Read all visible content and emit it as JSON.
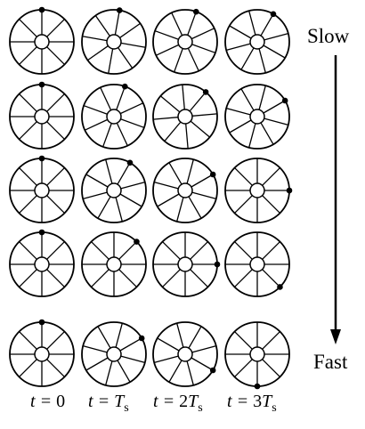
{
  "speed_labels": {
    "top": "Slow",
    "bottom": "Fast"
  },
  "time_labels": [
    {
      "var": "t",
      "eq": " = ",
      "coef": "0",
      "sym": "",
      "sub": ""
    },
    {
      "var": "t",
      "eq": " = ",
      "coef": "",
      "sym": "T",
      "sub": "s"
    },
    {
      "var": "t",
      "eq": " = ",
      "coef": "2",
      "sym": "T",
      "sub": "s"
    },
    {
      "var": "t",
      "eq": " = ",
      "coef": "3",
      "sym": "T",
      "sub": "s"
    }
  ],
  "wheels": {
    "spokes_per_wheel": 8,
    "rows": [
      {
        "rotation_per_step_deg": 10
      },
      {
        "rotation_per_step_deg": 20
      },
      {
        "rotation_per_step_deg": 30
      },
      {
        "rotation_per_step_deg": 45
      },
      {
        "rotation_per_step_deg": 60
      }
    ]
  }
}
